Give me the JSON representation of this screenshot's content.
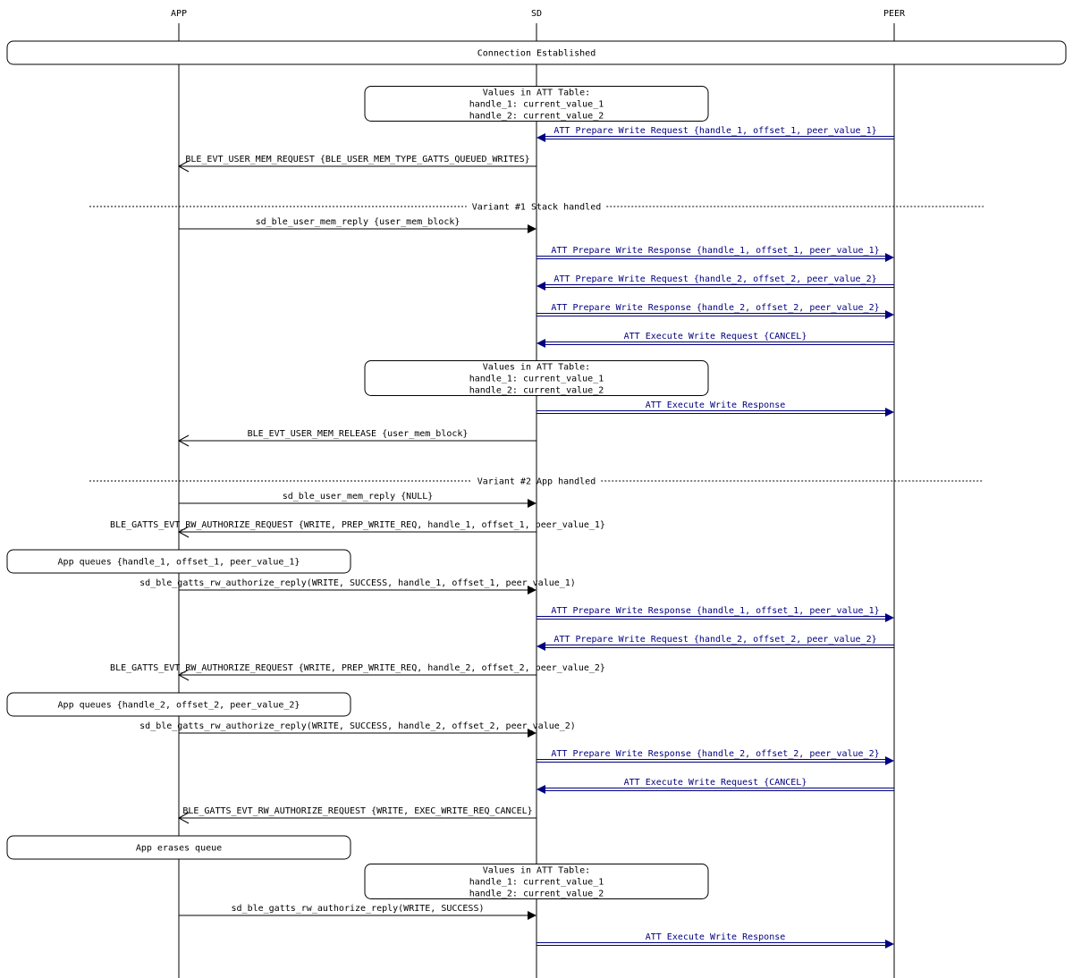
{
  "participants": [
    "APP",
    "SD",
    "PEER"
  ],
  "colors": {
    "peer_message": "#000080",
    "line": "#000000",
    "background": "#ffffff"
  },
  "items": [
    {
      "kind": "box",
      "span": "full",
      "lines": [
        "Connection Established"
      ]
    },
    {
      "kind": "box",
      "span": "sd",
      "lines": [
        "Values in ATT Table:",
        "handle_1: current_value_1",
        "handle_2: current_value_2"
      ]
    },
    {
      "kind": "msg",
      "from": "PEER",
      "to": "SD",
      "style": "peer",
      "label": "ATT Prepare Write Request {handle_1, offset_1, peer_value_1}"
    },
    {
      "kind": "msg",
      "from": "SD",
      "to": "APP",
      "style": "event",
      "label": "BLE_EVT_USER_MEM_REQUEST {BLE_USER_MEM_TYPE_GATTS_QUEUED_WRITES}"
    },
    {
      "kind": "separator",
      "label": "Variant #1 Stack handled"
    },
    {
      "kind": "msg",
      "from": "APP",
      "to": "SD",
      "style": "call",
      "label": "sd_ble_user_mem_reply {user_mem_block}"
    },
    {
      "kind": "msg",
      "from": "SD",
      "to": "PEER",
      "style": "peer",
      "label": "ATT Prepare Write Response {handle_1, offset_1, peer_value_1}"
    },
    {
      "kind": "msg",
      "from": "PEER",
      "to": "SD",
      "style": "peer",
      "label": "ATT Prepare Write Request {handle_2, offset_2, peer_value_2}"
    },
    {
      "kind": "msg",
      "from": "SD",
      "to": "PEER",
      "style": "peer",
      "label": "ATT Prepare Write Response {handle_2, offset_2, peer_value_2}"
    },
    {
      "kind": "msg",
      "from": "PEER",
      "to": "SD",
      "style": "peer",
      "label": "ATT Execute Write Request {CANCEL}"
    },
    {
      "kind": "box",
      "span": "sd",
      "lines": [
        "Values in ATT Table:",
        "handle_1: current_value_1",
        "handle_2: current_value_2"
      ]
    },
    {
      "kind": "msg",
      "from": "SD",
      "to": "PEER",
      "style": "peer",
      "label": "ATT Execute Write Response"
    },
    {
      "kind": "msg",
      "from": "SD",
      "to": "APP",
      "style": "event",
      "label": "BLE_EVT_USER_MEM_RELEASE {user_mem_block}"
    },
    {
      "kind": "separator",
      "label": "Variant #2 App handled"
    },
    {
      "kind": "msg",
      "from": "APP",
      "to": "SD",
      "style": "call",
      "label": "sd_ble_user_mem_reply {NULL}"
    },
    {
      "kind": "msg",
      "from": "SD",
      "to": "APP",
      "style": "event",
      "label": "BLE_GATTS_EVT_RW_AUTHORIZE_REQUEST {WRITE, PREP_WRITE_REQ, handle_1, offset_1, peer_value_1}"
    },
    {
      "kind": "box",
      "span": "app",
      "lines": [
        "App queues {handle_1, offset_1, peer_value_1}"
      ]
    },
    {
      "kind": "msg",
      "from": "APP",
      "to": "SD",
      "style": "call",
      "label": "sd_ble_gatts_rw_authorize_reply(WRITE, SUCCESS, handle_1, offset_1, peer_value_1)"
    },
    {
      "kind": "msg",
      "from": "SD",
      "to": "PEER",
      "style": "peer",
      "label": "ATT Prepare Write Response {handle_1, offset_1, peer_value_1}"
    },
    {
      "kind": "msg",
      "from": "PEER",
      "to": "SD",
      "style": "peer",
      "label": "ATT Prepare Write Request {handle_2, offset_2, peer_value_2}"
    },
    {
      "kind": "msg",
      "from": "SD",
      "to": "APP",
      "style": "event",
      "label": "BLE_GATTS_EVT_RW_AUTHORIZE_REQUEST {WRITE, PREP_WRITE_REQ, handle_2, offset_2, peer_value_2}"
    },
    {
      "kind": "box",
      "span": "app",
      "lines": [
        "App queues {handle_2, offset_2, peer_value_2}"
      ]
    },
    {
      "kind": "msg",
      "from": "APP",
      "to": "SD",
      "style": "call",
      "label": "sd_ble_gatts_rw_authorize_reply(WRITE, SUCCESS, handle_2, offset_2, peer_value_2)"
    },
    {
      "kind": "msg",
      "from": "SD",
      "to": "PEER",
      "style": "peer",
      "label": "ATT Prepare Write Response {handle_2, offset_2, peer_value_2}"
    },
    {
      "kind": "msg",
      "from": "PEER",
      "to": "SD",
      "style": "peer",
      "label": "ATT Execute Write Request {CANCEL}"
    },
    {
      "kind": "msg",
      "from": "SD",
      "to": "APP",
      "style": "event",
      "label": "BLE_GATTS_EVT_RW_AUTHORIZE_REQUEST {WRITE, EXEC_WRITE_REQ_CANCEL}"
    },
    {
      "kind": "box",
      "span": "app",
      "lines": [
        "App erases queue"
      ]
    },
    {
      "kind": "box",
      "span": "sd",
      "lines": [
        "Values in ATT Table:",
        "handle_1: current_value_1",
        "handle_2: current_value_2"
      ]
    },
    {
      "kind": "msg",
      "from": "APP",
      "to": "SD",
      "style": "call",
      "label": "sd_ble_gatts_rw_authorize_reply(WRITE, SUCCESS)"
    },
    {
      "kind": "msg",
      "from": "SD",
      "to": "PEER",
      "style": "peer",
      "label": "ATT Execute Write Response"
    }
  ]
}
